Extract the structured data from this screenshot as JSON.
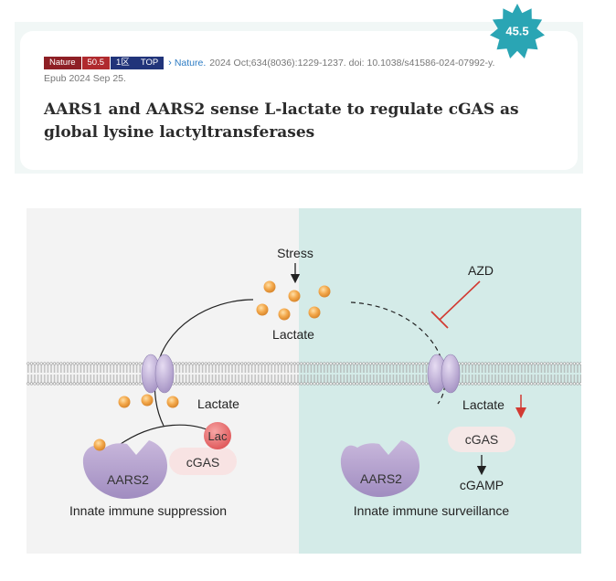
{
  "paper": {
    "badges": {
      "journal": "Nature",
      "impact": "50.5",
      "quartile": "1区",
      "top": "TOP"
    },
    "journal_link": "Nature.",
    "citation": "2024 Oct;634(8036):1229-1237. doi: 10.1038/s41586-024-07992-y.",
    "epub": "Epub 2024 Sep 25.",
    "title": "AARS1 and AARS2 sense L-lactate to regulate cGAS as global lysine lactyltransferases",
    "score": "45.5"
  },
  "figure": {
    "stress": "Stress",
    "azd": "AZD",
    "lactate_top": "Lactate",
    "lactate_left": "Lactate",
    "lactate_right": "Lactate",
    "lac": "Lac",
    "aars2_left": "AARS2",
    "aars2_right": "AARS2",
    "cgas_left": "cGAS",
    "cgas_right": "cGAS",
    "cgamp": "cGAMP",
    "caption_left": "Innate immune suppression",
    "caption_right": "Innate immune surveillance"
  },
  "colors": {
    "left_panel": "#f3f3f3",
    "right_panel": "#d4ebe8",
    "lactate_orange": "#f0a64a",
    "lac_red": "#e8696a",
    "enzyme_purple": "#b6a2cc",
    "badge_teal": "#2aa5b4",
    "inhibit_red": "#d23a32"
  }
}
